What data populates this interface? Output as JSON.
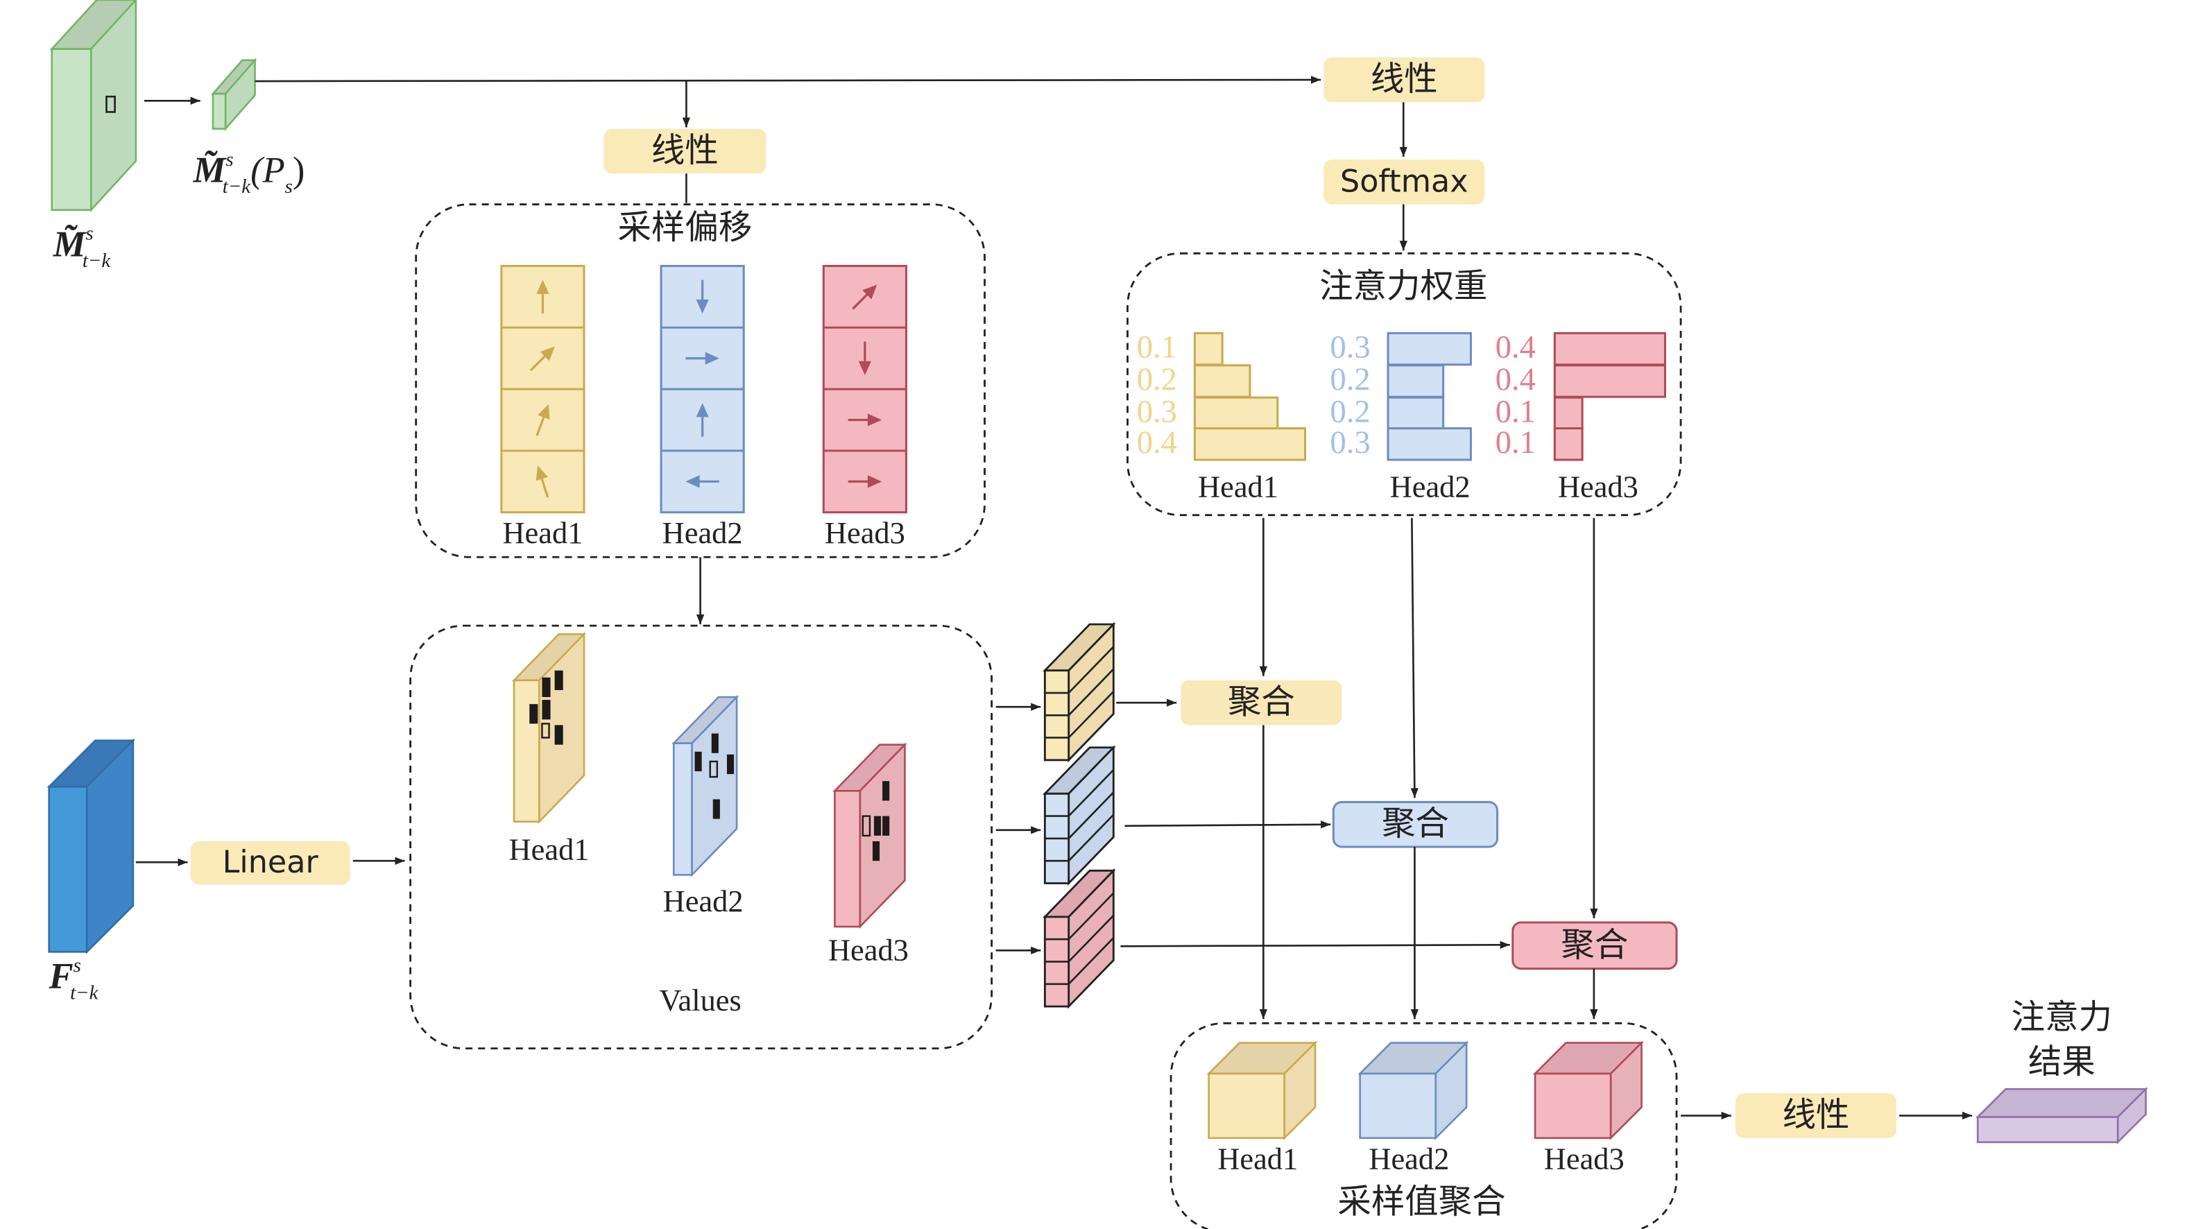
{
  "colors": {
    "yellow_fill": "#f9e8b8",
    "yellow_side": "#efdcae",
    "yellow_top": "#e3d3a6",
    "yellow_stroke": "#c8aa50",
    "blue_fill": "#d2e1f4",
    "blue_side": "#c7d6ea",
    "blue_top": "#bfcbdd",
    "blue_stroke": "#6c8cbf",
    "red_fill": "#f4b9c0",
    "red_side": "#e8b1b8",
    "red_top": "#dfa8b0",
    "red_stroke": "#b04a58",
    "green_fill": "#c8e4c6",
    "green_side": "#bedabc",
    "green_top": "#b5ceb3",
    "green_stroke": "#74b465",
    "fblue_fill": "#4299d6",
    "fblue_side": "#3d85c6",
    "fblue_top": "#3a78b8",
    "fblue_stroke": "#2f6da8",
    "purple_fill": "#d9c8e4",
    "purple_side": "#cfbfdc",
    "purple_top": "#c6b5d2",
    "purple_stroke": "#9070a8",
    "box_fill": "#faeab8",
    "yellow_num": "#f2d489",
    "blue_num": "#a3bfe6",
    "red_num": "#e27f8d"
  },
  "inputs": {
    "memory": {
      "base": "M̃",
      "sup": "s",
      "sub": "t−k"
    },
    "memory_sampled": {
      "base": "M̃",
      "sup": "s",
      "sub": "t−k",
      "arg_open": "(P",
      "arg_sub": "s",
      "arg_close": ")"
    },
    "feature": {
      "base": "F",
      "sup": "s",
      "sub": "t−k"
    }
  },
  "boxes": {
    "linear_offset": "线性",
    "linear_attn": "线性",
    "softmax": "Softmax",
    "linear_value": "Linear",
    "aggregate": [
      "聚合",
      "聚合",
      "聚合"
    ],
    "linear_out": "线性"
  },
  "sampling_offsets": {
    "title": "采样偏移",
    "heads": [
      {
        "label": "Head1",
        "arrows": [
          "up",
          "up-right",
          "up-slight-right",
          "up-slight-left"
        ]
      },
      {
        "label": "Head2",
        "arrows": [
          "down",
          "right",
          "up",
          "left"
        ]
      },
      {
        "label": "Head3",
        "arrows": [
          "up-right",
          "down",
          "right",
          "right"
        ]
      }
    ]
  },
  "attention_weights": {
    "title": "注意力权重",
    "heads": [
      {
        "label": "Head1",
        "weights": [
          0.1,
          0.2,
          0.3,
          0.4
        ],
        "weight_labels": [
          "0.1",
          "0.2",
          "0.3",
          "0.4"
        ]
      },
      {
        "label": "Head2",
        "weights": [
          0.3,
          0.2,
          0.2,
          0.3
        ],
        "weight_labels": [
          "0.3",
          "0.2",
          "0.2",
          "0.3"
        ]
      },
      {
        "label": "Head3",
        "weights": [
          0.4,
          0.4,
          0.1,
          0.1
        ],
        "weight_labels": [
          "0.4",
          "0.4",
          "0.1",
          "0.1"
        ]
      }
    ]
  },
  "values": {
    "title": "Values",
    "heads": [
      "Head1",
      "Head2",
      "Head3"
    ]
  },
  "sampled_aggregation": {
    "title": "采样值聚合",
    "heads": [
      "Head1",
      "Head2",
      "Head3"
    ]
  },
  "output": {
    "line1": "注意力",
    "line2": "结果"
  }
}
